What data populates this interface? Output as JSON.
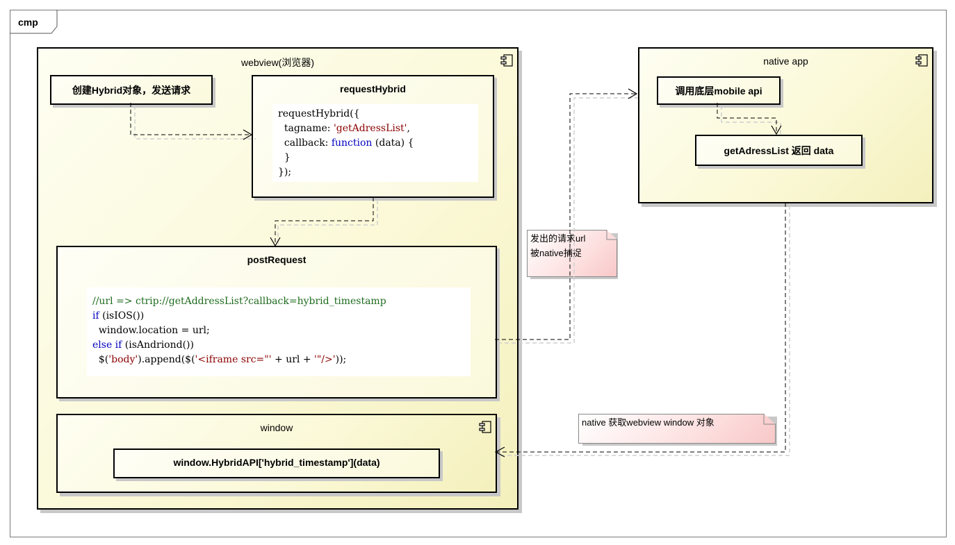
{
  "frame": {
    "label": "cmp"
  },
  "webview": {
    "title": "webview(浏览器)",
    "icon": "component-icon"
  },
  "create_box": {
    "label": "创建Hybrid对象，发送请求"
  },
  "request_hybrid": {
    "title": "requestHybrid",
    "code": {
      "l1": "requestHybrid({",
      "l2_key": "  tagname: ",
      "l2_str": "'getAdressList'",
      "l2_end": ",",
      "l3_key": "  callback: ",
      "l3_kw": "function",
      "l3_end": " (data) {",
      "l4": "  }",
      "l5": "});"
    }
  },
  "post_request": {
    "title": "postRequest",
    "code": {
      "l1_cmt": "//url => ctrip://getAddressList?callback=hybrid_timestamp",
      "l2_kw": "if",
      "l2_rest": " (isIOS())",
      "l3": "  window.location = url;",
      "l4_kw": "else if",
      "l4_rest": " (isAndriond())",
      "l5_a": "  $(",
      "l5_s1": "'body'",
      "l5_b": ").append($(",
      "l5_s2": "'<iframe src=\"'",
      "l5_c": " + url + ",
      "l5_s3": "'\"/>'",
      "l5_d": "));"
    }
  },
  "window_comp": {
    "title": "window",
    "icon": "component-icon",
    "call_label": "window.HybridAPI['hybrid_timestamp'](data)"
  },
  "native_app": {
    "title": "native app",
    "icon": "component-icon",
    "call_api": "调用底层mobile api",
    "return_data": "getAdressList 返回 data"
  },
  "note_capture": {
    "line1": "发出的请求url",
    "line2": "被native捕捉"
  },
  "note_window": {
    "line1": "native 获取webview window 对象"
  },
  "colors": {
    "component_fill": "#fbf9d8",
    "note_fill": "#fde0e0",
    "keyword": "#0000c0",
    "string": "#8b0000",
    "comment": "#1f6b1f"
  }
}
